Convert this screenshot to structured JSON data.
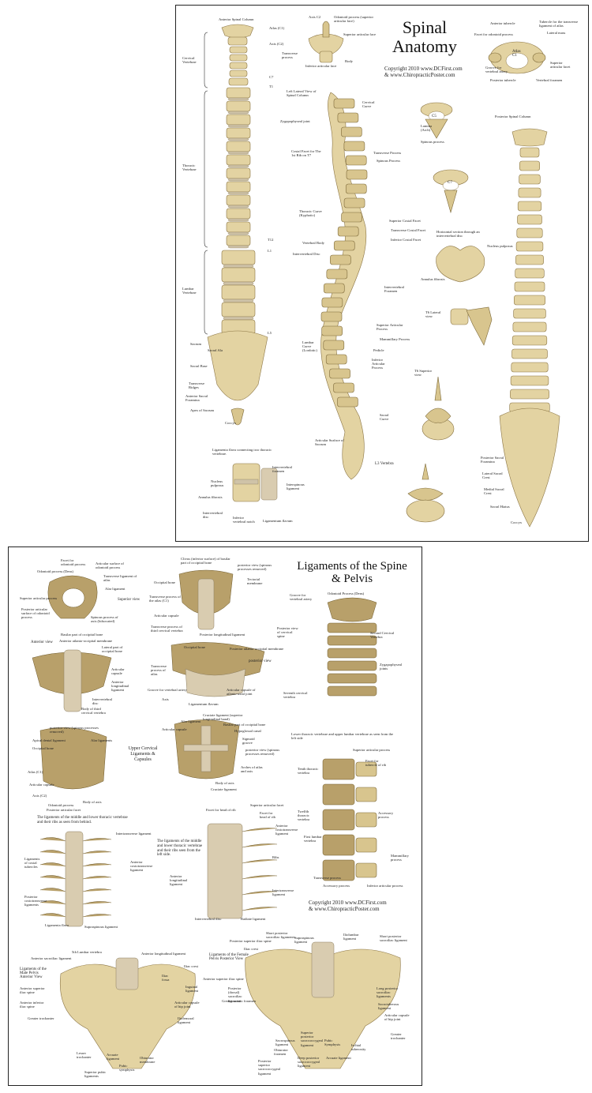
{
  "poster1": {
    "title_line1": "Spinal",
    "title_line2": "Anatomy",
    "copyright_line1": "Copyright 2010 www.DCFirst.com",
    "copyright_line2": "& www.ChiropracticPoster.com",
    "labels": {
      "anterior_spinal_column": "Anterior Spinal Column",
      "atlas_c1": "Atlas (C1)",
      "axis_c2": "Axis (C2)",
      "c7": "C7",
      "t1": "T1",
      "t12": "T12",
      "l1": "L1",
      "l5": "L5",
      "cervical_vertebrae": "Cervical Vertebrae",
      "thoracic_vertebrae": "Thoracic Vertebrae",
      "lumbar_vertebrae": "Lumbar Vertebrae",
      "sacrum": "Sacrum",
      "sacral_ala": "Sacral Ala",
      "sacral_base": "Sacral Base",
      "transverse_ridges": "Transverse Ridges",
      "anterior_sacral_foramina": "Anterior Sacral Foramina",
      "apex_of_sacrum": "Apex of Sacrum",
      "coccyx": "Coccyx",
      "axis_c2_title": "Axis C2",
      "odontoid_process": "Odontoid process (superior articular face)",
      "superior_articular_face": "Superior articular face",
      "transverse_process": "Transverse process",
      "body": "Body",
      "inferior_articular_face": "Inferior articular face",
      "left_lateral_view": "Left Lateral View of Spinal Column",
      "cervical_curve": "Cervical Curve",
      "zygapophyseal_joint": "Zygapophyseal joint",
      "costal_facet": "Costal Facet for The 1st Rib on T7",
      "transverse_process_cap": "Transverse Process",
      "spinous_process_cap": "Spinous Process",
      "thoracic_curve": "Thoracic Curve (Kyphotic)",
      "superior_costal_facet": "Superior Costal Facet",
      "transverse_costal_facet": "Transverse Costal Facet",
      "inferior_costal_facet": "Inferior Costal Facet",
      "vertebral_body": "Vertebral Body",
      "intervertebral_disc": "Intervertebral Disc",
      "intervertebral_foramen": "Intervertebral Foramen",
      "superior_articular_process": "Superior Articular Process",
      "mammillary_process": "Mammillary Process",
      "pedicle": "Pedicle",
      "inferior_articular_process": "Inferior Articular Process",
      "lumbar_curve": "Lumbar Curve (Lordotic)",
      "articular_surface_sacrum": "Articular Surface of Sacrum",
      "sacral_curve": "Sacral Curve",
      "atlas_c1_title": "Atlas C1",
      "anterior_tubercle": "Anterior tubercle",
      "facet_for_odontoid": "Facet for odontoid process",
      "tubercle_transverse_lig": "Tubercle for the transverse ligament of atlas",
      "lateral_mass": "Lateral mass",
      "groove_vertebral_artery": "Groove for vertebral artery",
      "posterior_tubercle": "Posterior tubercle",
      "vertebral_foramen": "Vertebral foramen",
      "superior_articular_facet": "Superior articular facet",
      "c5": "C5",
      "c7_title": "C7",
      "lamina": "Lamina (Arch)",
      "spinous_process": "Spinous process",
      "horizontal_section": "Horizontal section through an intervertebral disc",
      "nucleus_pulposus": "Nucleus pulposus",
      "annulus_fibrosis": "Annulus fibrosis",
      "t6_lateral": "T6 Lateral view",
      "t6_superior": "T6 Superior view",
      "l3_vertebra": "L3 Vertebra",
      "posterior_spinal_column": "Posterior Spinal Column",
      "posterior_sacral_foramina": "Posterior Sacral Foramina",
      "lateral_sacral_crest": "Lateral Sacral Crest",
      "medial_sacral_crest": "Medial Sacral Crest",
      "sacral_hiatus": "Sacral Hiatus",
      "ligamenta_flava_title": "Ligamenta flava connecting two thoracic vertebrae.",
      "nucleus_pulposus2": "Nucleus pulposus",
      "annulus_fibrosis2": "Annulus fibrosis",
      "intervertebral_disc2": "Intervertebral disc",
      "inferior_vertebral_notch": "Inferior vertebral notch",
      "ligamentum_flavum": "Ligamentum flavum",
      "intervertebral_foramen2": "Intervertebral foramen",
      "interspinous_ligament": "Interspinous ligament"
    }
  },
  "poster2": {
    "title_line1": "Ligaments of the Spine",
    "title_line2": "& Pelvis",
    "copyright_line1": "Copyright 2010 www.DCFirst.com",
    "copyright_line2": "& www.ChiropracticPoster.com",
    "labels": {
      "facet_for_odontoid": "Facet for odontoid process",
      "odontoid_process_dens": "Odontoid process (Dens)",
      "articular_surface_odontoid": "Articular surface of odontoid process",
      "transverse_ligament": "Transverse ligament of atlas",
      "alar_ligament": "Alar ligament",
      "superior_view": "Superior view",
      "superior_articular_process": "Superior articular process",
      "posterior_articular_surface": "Posterior articular surface of odontoid process",
      "spinous_process_axis": "Spinous process of axis (bifurcated)",
      "clivus": "Clivus (inferior surface) of basilar part of occipital bone",
      "posterior_view_removed": "posterior view (spinous processes removed)",
      "occipital_bone": "Occipital bone",
      "tectorial_membrane": "Tectorial membrane",
      "transverse_process_atlas": "Transverse process of the atlas (C1)",
      "articular_capsule": "Articular capsule",
      "transverse_process_t3": "Transverse process of third cervical vertebra",
      "posterior_longitudinal": "Posterior longitudinal ligament",
      "anterior_view": "Anterior view",
      "basilar_part": "Basilar part of occipital bone",
      "anterior_atlanto_occipital": "Anterior atlanto-occipital membrane",
      "lateral_part_occipital": "Lateral part of occipital bone",
      "articular_capsule_lc": "Articular capsule",
      "anterior_longitudinal": "Anterior longitudinal ligament",
      "intervertebral_disc": "Intervertebral disc",
      "body_third_cervical": "Body of third cervical vertebra",
      "occipital_bone2": "Occipital bone",
      "posterior_atlanto_occipital": "Posterior atlanto-occipital membrane",
      "posterior_view": "posterior view",
      "transverse_process_atlas2": "Transverse process of atlas",
      "groove_vertebral_artery": "Groove for vertebral artery",
      "axis": "Axis",
      "articular_capsule_atlanto": "Articular capsule of atlanto-axial joint",
      "ligamentum_flavum": "Ligamentum flavum",
      "upper_cervical_ligaments": "Upper Cervical Ligaments & Capsules",
      "posterior_view_removed2": "posterior view (spinous processes removed)",
      "apical_dental": "Apical dental ligament",
      "alar_ligaments": "Alar ligaments",
      "occipital_bone3": "Occipital bone",
      "atlas_c1": "Atlas (C1)",
      "articular_capsule2": "Articular capsule",
      "axis_c2": "Axis (C2)",
      "odontoid_process": "Odontoid process",
      "body_of_axis": "Body of axis",
      "posterior_articular_facet": "Posterior articular facet",
      "cruciate_ligament": "Cruciate ligament (superior longitudinal band)",
      "alar_ligament2": "Alar ligament",
      "basilar_part2": "Basilar part of occipital bone",
      "hypoglossal_canal": "Hypoglossal canal",
      "sigmoid_groove": "Sigmoid groove",
      "arches_of_atlas": "Arches of atlas and axis",
      "body_of_axis2": "Body of axis",
      "cruciate_ligament2": "Cruciate ligament",
      "posterior_view_cervical": "Posterior view of cervical spine",
      "groove_vertebral_artery2": "Groove for vertebral artery",
      "odontoid_dens": "Odontoid Process (Dens)",
      "second_cervical": "Second Cervical Vertebra",
      "zygapophyseal_joints": "Zygapophyseal joints",
      "seventh_cervical": "Seventh cervical vertebra",
      "lower_thoracic_title": "Lower thoracic vertebrae and upper lumbar vertebrae as seen from the left side",
      "superior_articular_process2": "Superior articular process",
      "tenth_thoracic": "Tenth thoracic vertebra",
      "facet_tubercle_rib": "Facet for tubercle of rib",
      "twelfth_thoracic": "Twelfth thoracic vertebra",
      "accessory_process": "Accessory process",
      "first_lumbar": "First lumbar vertebra",
      "mammillary_process": "Mammillary process",
      "transverse_process": "Transverse process",
      "accessory_process2": "Accessory process",
      "inferior_articular_process": "Inferior articular process",
      "ligaments_middle_lower": "The ligaments of the middle and lower thoracic vertebrae and their ribs as seen from behind.",
      "intertransverse_ligament": "Intertransverse ligament",
      "ligaments_costal_tubercles": "Ligaments of costal tubercles",
      "anterior_costotransverse": "Anterior costotransverse ligament",
      "posterior_costotransverse": "Posterior costotransverse ligaments",
      "ligamenta_flava": "Ligamenta flava",
      "supraspinous_ligament": "Supraspinous ligament",
      "facet_for_head_of_rib": "Facet for head of rib",
      "superior_articular_facet": "Superior articular facet",
      "facet_for_head_of_rib2": "Facet for head of rib",
      "anterior_costotransverse2": "Anterior costotransverse ligament",
      "ligaments_middle_front": "The ligaments of the middle and lower thoracic vertebrae and their ribs seen from the left side.",
      "ribs": "Ribs",
      "anterior_longitudinal2": "Anterior longitudinal ligament",
      "intertransverse_ligament2": "Intertransverse ligament",
      "intervertebral_disc2": "Intervertebral disc",
      "radiate_ligament": "Radiate ligament",
      "fifth_lumbar": "5th Lumbar vertebra",
      "anterior_sacroiliac": "Anterior sacroiliac ligament",
      "anterior_longitudinal3": "Anterior longitudinal ligament",
      "ligaments_male_pelvis": "Ligaments of the Male Pelvis Anterior View",
      "iliac_crest": "Iliac crest",
      "iliac_fossa": "Iliac fossa",
      "anterior_superior_iliac": "Anterior superior iliac spine",
      "inguinal_ligament": "Inguinal ligament",
      "anterior_inferior_iliac": "Anterior inferior iliac spine",
      "articular_capsule_hip": "Articular capsule of hip joint",
      "greater_trochanter": "Greater trochanter",
      "iliofemoral_ligament": "Iliofemoral ligament",
      "lesser_trochanter": "Lesser trochanter",
      "arcuate_ligament": "Arcuate ligament",
      "pubic_symphysis": "Pubic symphysis",
      "obturator_membrane": "Obturator membrane",
      "superior_pubic": "Superior pubic ligaments",
      "short_posterior_sacroiliac": "Short posterior sacroiliac ligaments",
      "supraspinous_ligament2": "Supraspinous ligament",
      "iliolumbar_ligament": "Iliolumbar ligament",
      "posterior_superior_iliac": "Posterior superior iliac spine",
      "ligaments_female_pelvis": "Ligaments of the Female Pelvis Posterior View",
      "posterior_sacrococcygeal": "Posterior superior sacrococcygeal ligament",
      "greater_sciatic": "Greater sciatic foramen",
      "long_posterior_sacroiliac": "Long posterior sacroiliac ligaments",
      "sacrotuberous": "Sacrotuberous ligament",
      "articular_capsule_hip2": "Articular capsule of hip joint",
      "posterior_sacroiliac": "Posterior (dorsal) sacroiliac ligament",
      "greater_trochanter2": "Greater trochanter",
      "ischial_tuberosity": "Ischial tuberosity",
      "pubic_symphysis2": "Pubic Symphysis",
      "deep_posterior_sacro": "Deep posterior sacrococcygeal ligament",
      "arcuate_ligament2": "Arcuate ligament",
      "sacrospinous": "Sacrospinous ligament",
      "obturator_foramen": "Obturator foramen",
      "superior_posterior_sacro": "Superior posterior sacrococcygeal ligament",
      "short_posterior_sacroiliac2": "Short posterior sacroiliac ligament"
    }
  }
}
